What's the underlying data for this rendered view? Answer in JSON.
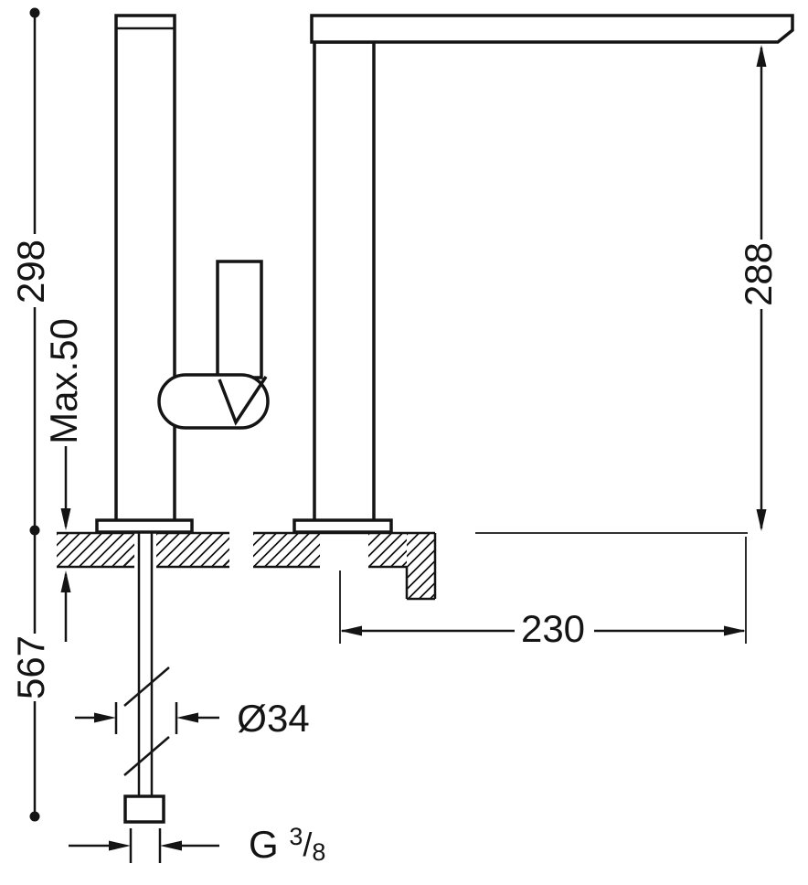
{
  "drawing": {
    "dims": {
      "overall_height": "298",
      "max_counter_thickness": "Max.50",
      "spout_clearance": "288",
      "supply_length": "567",
      "spout_reach": "230",
      "body_diameter": "Ø34",
      "thread": {
        "prefix": "G",
        "numerator": "3",
        "slash": "/",
        "denominator": "8"
      }
    },
    "colors": {
      "line": "#141414",
      "background": "#ffffff"
    }
  }
}
